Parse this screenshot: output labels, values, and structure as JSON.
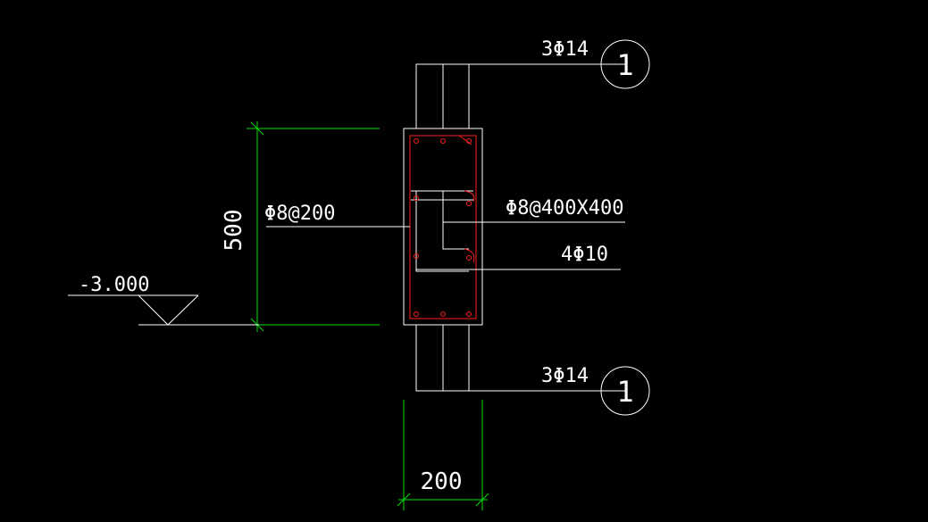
{
  "colors": {
    "background": "#000000",
    "outline": "#ffffff",
    "rebar": "#ff2020",
    "dimension": "#00e000",
    "text": "#ffffff"
  },
  "labels": {
    "top_bars": "3Φ14",
    "bottom_bars": "3Φ14",
    "top_section_mark": "1",
    "bottom_section_mark": "1",
    "stirrup_spacing": "Φ8@200",
    "tie_spacing": "Φ8@400X400",
    "side_bars": "4Φ10",
    "height_dim": "500",
    "width_dim": "200",
    "elevation": "-3.000"
  }
}
